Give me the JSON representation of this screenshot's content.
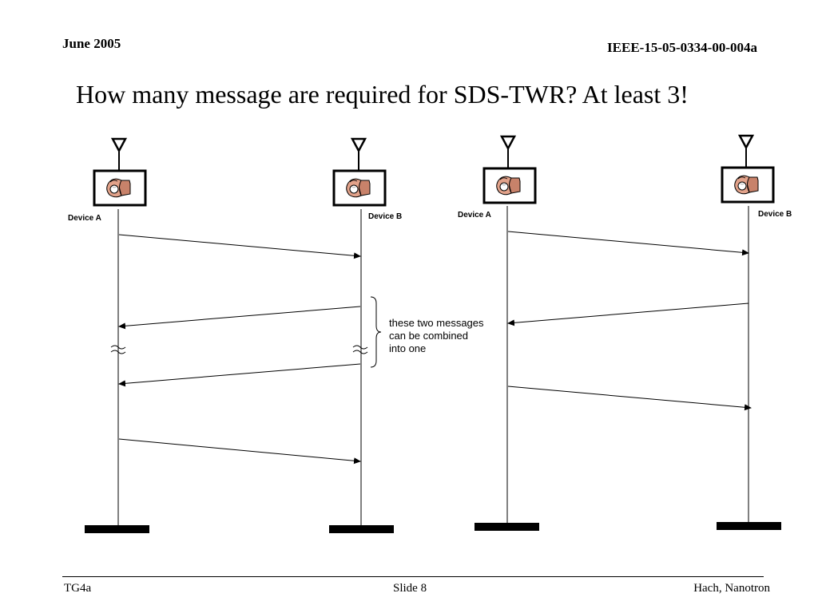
{
  "header": {
    "date": "June 2005",
    "doc_id": "IEEE-15-05-0334-00-004a"
  },
  "title": "How many message are required for SDS-TWR? At least 3!",
  "diagrams": [
    {
      "device_a": "Device A",
      "device_b": "Device B"
    },
    {
      "device_a": "Device A",
      "device_b": "Device B"
    }
  ],
  "annotation": "these two messages can be combined into one",
  "annotation_lines": [
    "these two messages",
    "can be combined",
    "into one"
  ],
  "footer": {
    "left": "TG4a",
    "center": "Slide 8",
    "right": "Hach, Nanotron"
  },
  "icons": [
    "antenna-icon",
    "hand-holding-ball-icon",
    "squiggle-break-icon"
  ]
}
